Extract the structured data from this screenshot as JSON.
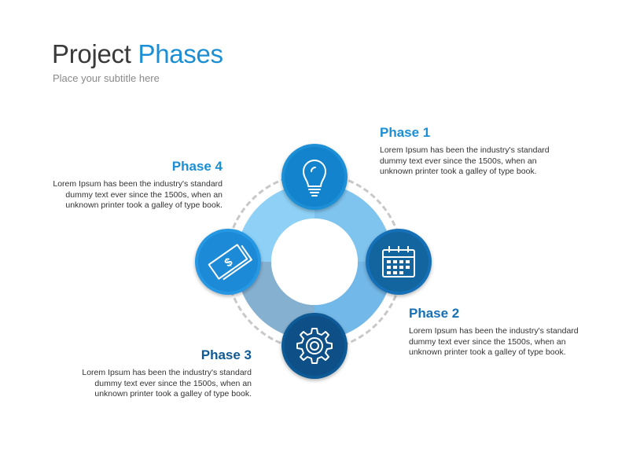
{
  "header": {
    "title_main": "Project",
    "title_accent": "Phases",
    "subtitle": "Place your subtitle here"
  },
  "phases": [
    {
      "title": "Phase 1",
      "text": "Lorem Ipsum has been the industry's standard dummy text ever since the 1500s, when an unknown printer took a galley of type book.",
      "icon": "lightbulb-icon",
      "color": "#1a8fd6"
    },
    {
      "title": "Phase 2",
      "text": "Lorem Ipsum has been the industry's standard dummy text ever since the 1500s, when an unknown printer took a galley of type book.",
      "icon": "calendar-icon",
      "color": "#1670b8"
    },
    {
      "title": "Phase 3",
      "text": "Lorem Ipsum has been the industry's standard dummy text ever since the 1500s, when an unknown printer took a galley of type book.",
      "icon": "gear-icon",
      "color": "#0f5a96"
    },
    {
      "title": "Phase 4",
      "text": "Lorem Ipsum has been the industry's standard dummy text ever since the 1500s, when an unknown printer took a galley of type book.",
      "icon": "money-bill-icon",
      "color": "#2597e3"
    }
  ],
  "colors": {
    "accent": "#1a8fd6",
    "ring_light": "#8dcdf4",
    "ring_mid": "#6fb3e0",
    "ring_dark": "#7fa9c9"
  }
}
